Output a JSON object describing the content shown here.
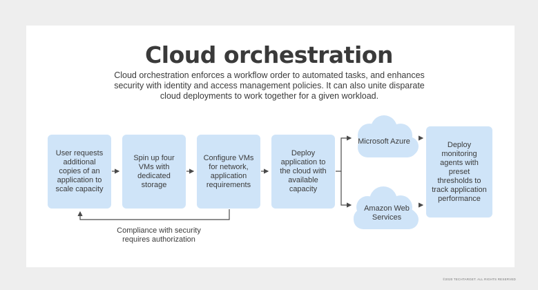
{
  "title": "Cloud orchestration",
  "subtitle": "Cloud orchestration enforces a workflow order to automated tasks, and enhances security with identity and access management policies. It can also unite disparate cloud deployments to work together for a given workload.",
  "steps": [
    {
      "label": "User requests additional copies of an application to scale capacity"
    },
    {
      "label": "Spin up four VMs with dedicated storage"
    },
    {
      "label": "Configure VMs for network, application requirements"
    },
    {
      "label": "Deploy application to the cloud with available capacity"
    },
    {
      "label": "Deploy monitoring agents with preset thresholds to track application performance"
    }
  ],
  "clouds": [
    {
      "label": "Microsoft Azure"
    },
    {
      "label": "Amazon Web Services"
    }
  ],
  "feedback_caption": "Compliance with security requires authorization",
  "copyright": "©2020 TECHTARGET. ALL RIGHTS RESERVED",
  "colors": {
    "box_fill": "#cfe4f8",
    "arrow": "#4a4a4a",
    "text": "#3a3a3a"
  }
}
